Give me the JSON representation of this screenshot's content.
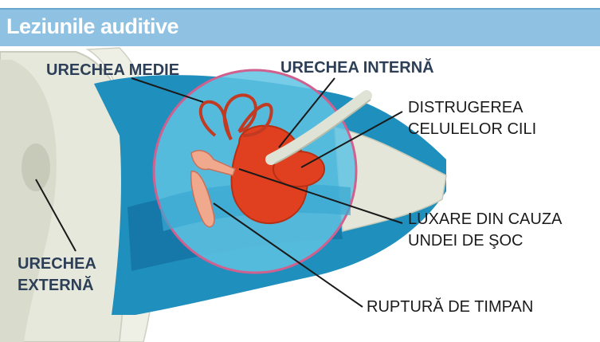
{
  "title": "Leziunile auditive",
  "labels": {
    "middle_ear": "URECHEA MEDIE",
    "inner_ear": "URECHEA INTERNĂ",
    "hair_cells": [
      "DISTRUGEREA",
      "CELULELOR CILI"
    ],
    "dislocation": [
      "LUXARE DIN CAUZA",
      "UNDEI DE ŞOC"
    ],
    "outer_ear": [
      "URECHEA",
      "EXTERNĂ"
    ],
    "eardrum": "RUPTURĂ DE TIMPAN"
  },
  "colors": {
    "header": "#8ec1e2",
    "canal": "#1f8fbd",
    "lens": "#5fc3e3",
    "lens_ring": "#d0608e",
    "cochlea": "#e0401f",
    "outer_ear": "#e6e8dc"
  }
}
